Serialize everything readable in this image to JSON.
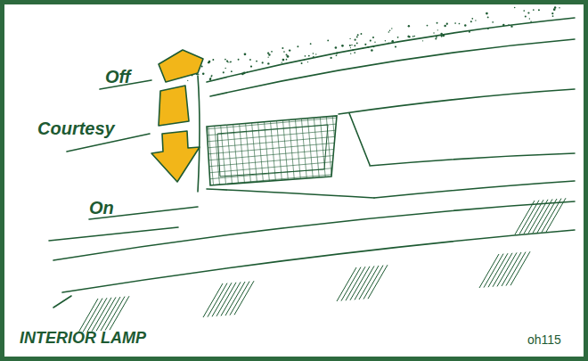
{
  "diagram": {
    "caption": "INTERIOR LAMP",
    "labels": [
      "Off",
      "Courtesy",
      "On",
      "oh115"
    ]
  }
}
